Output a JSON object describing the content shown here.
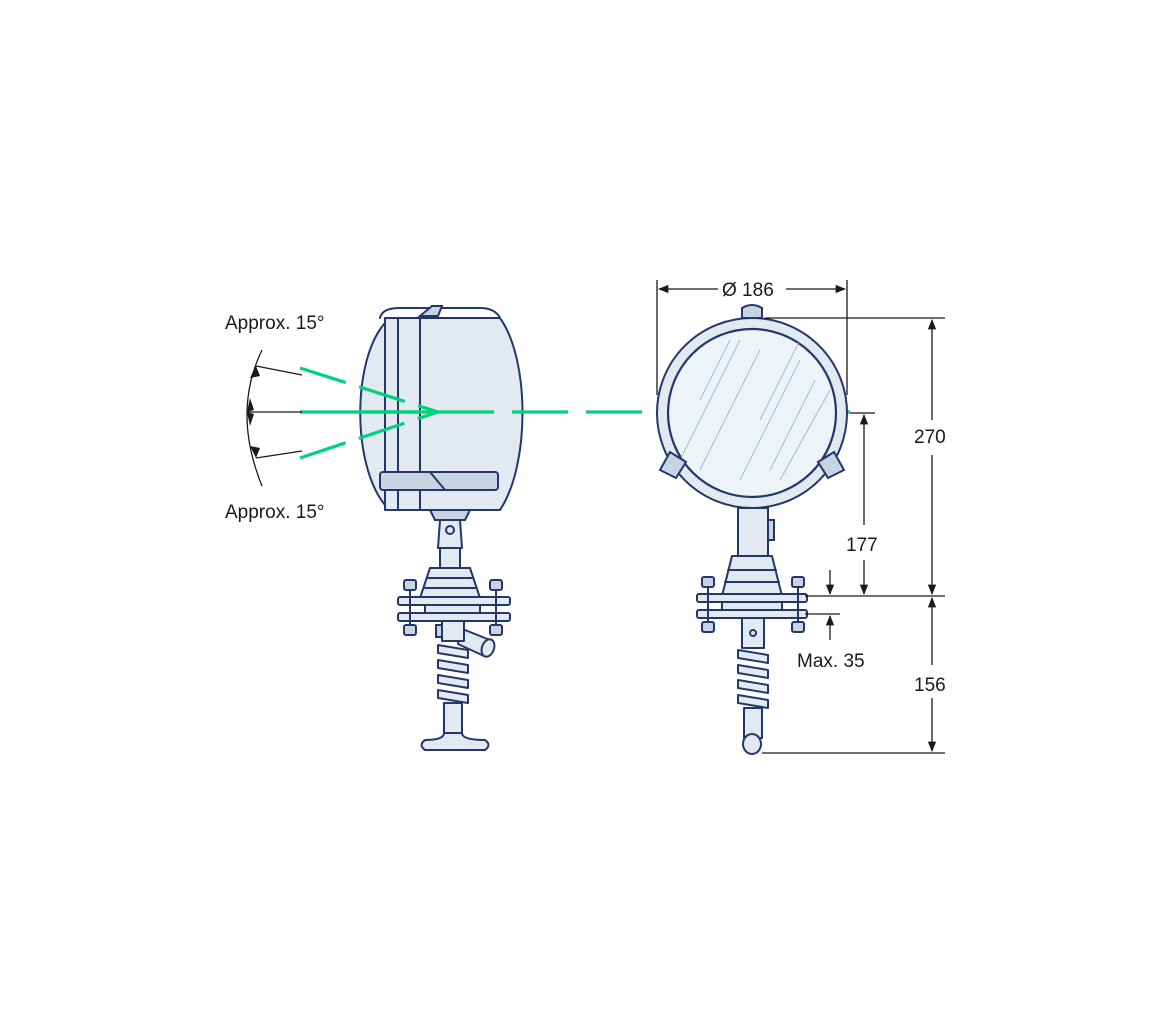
{
  "labels": {
    "beam_upper": "Approx. 15°",
    "beam_lower": "Approx. 15°",
    "diameter": "Ø 186",
    "total_height": "270",
    "center_height": "177",
    "max_thickness": "Max. 35",
    "below_height": "156"
  },
  "colors": {
    "outline": "#22386b",
    "beam": "#00d27a",
    "dimension": "#1a1a1a"
  }
}
